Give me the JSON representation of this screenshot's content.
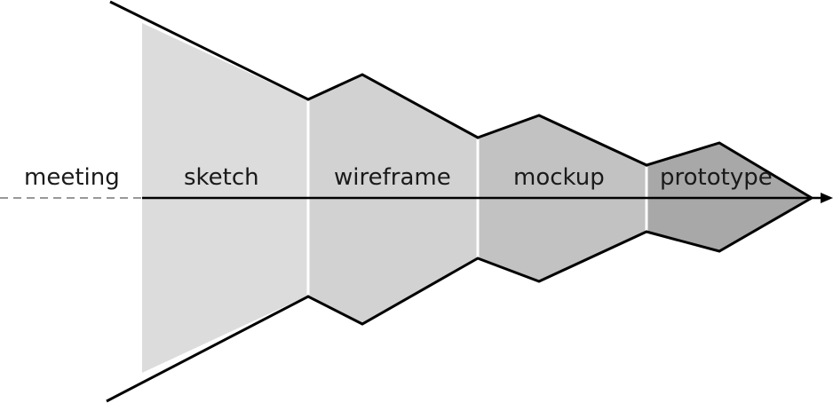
{
  "diagram": {
    "lead_label": "meeting",
    "stages": [
      {
        "label": "sketch",
        "fill": "#dcdcdc"
      },
      {
        "label": "wireframe",
        "fill": "#d2d2d2"
      },
      {
        "label": "mockup",
        "fill": "#c2c2c2"
      },
      {
        "label": "prototype",
        "fill": "#a8a8a8"
      }
    ],
    "colors": {
      "outline": "#000000",
      "divider": "#ffffff",
      "axis": "#000000",
      "dashed_lead": "#999999"
    }
  }
}
